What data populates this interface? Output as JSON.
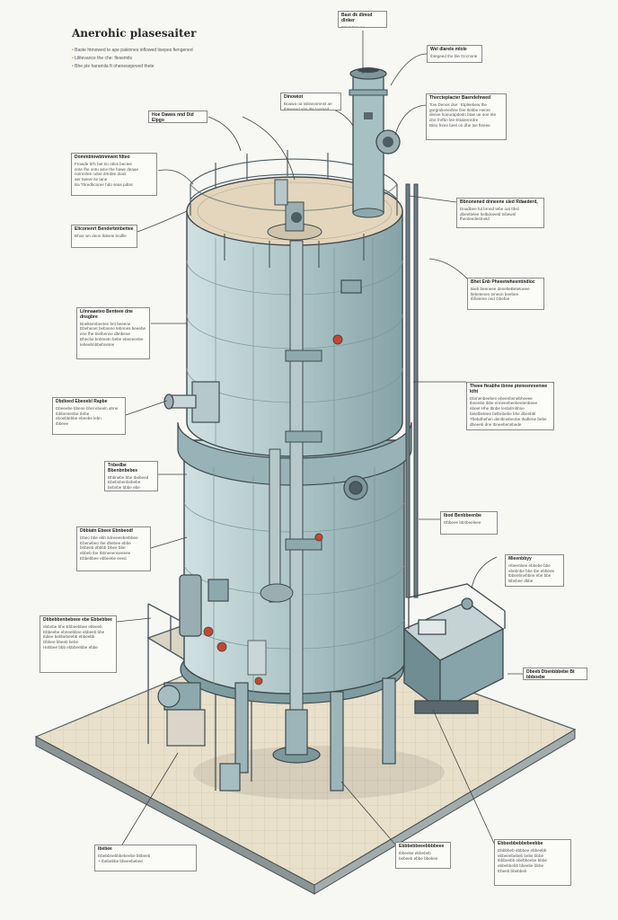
{
  "title": "Anerohic plasesaiter",
  "legend_bullets": [
    "Baste htmowed te ape pakinnes inflowed tisepes fiengened",
    "Lilitevance the che: flesemits",
    "Bhe ple haramila ft ohenesepeved thete"
  ],
  "callouts": [
    {
      "id": "c01",
      "head": "Bast dk dlmod dlnker",
      "lines": [
        "Fmet tore ae"
      ]
    },
    {
      "id": "c02",
      "head": "Wel dlarele mlole",
      "lines": [
        "Ibtegeed the ble Dccnorie"
      ]
    },
    {
      "id": "c03",
      "head": "Hoe Dawes nnd Did Elpgo",
      "lines": []
    },
    {
      "id": "c04",
      "head": "Dinowiot",
      "lines": [
        "Boawa oa Ialowvomnst ae",
        "Ibteosed ahe itle Iaomed"
      ]
    },
    {
      "id": "c05",
      "head": "Thercteplacter Baendefewed",
      "lines": [
        "Tow Denos dse ' Etpleebew the",
        "gorgrolienedtne fine tletibe Henre",
        "deeve hoeurapdedn btae ue ooe nte",
        "dne fnrfbn lee Ettalesnrdre",
        "Bteo fnme beel on dhe tse fteeee"
      ]
    },
    {
      "id": "c06",
      "head": "Dommbtowbtnmwnt fdteo",
      "lines": [
        "Frowde bt'b ber tin otlos bectee",
        "ente fhe ontu ame the hawe deaae",
        "notnnrlee ndoe drtnbte doos",
        "aer tweve ite tane",
        "Ba Tbredbcoree hdo seas pdtec"
      ]
    },
    {
      "id": "c07",
      "head": "Bbnonened dnneene sled Rdaederd,",
      "lines": [
        "Dnadbee hd brned tebe oat tthsl",
        "dbeettelee helbdoeeld tnbewnl",
        "fheoteedestnetd"
      ]
    },
    {
      "id": "c08",
      "head": "Eliconenrt Benderbtnbettee",
      "lines": [
        "Bhoe wn deon tldeeie bndlle"
      ]
    },
    {
      "id": "c09",
      "head": "Bhet Enb Pheeetwheentindloc",
      "lines": [
        "Bieb beeneee denelteBetetoeee",
        "llebetenen tnneon beebee",
        "Ibhetene ond Gbefoe"
      ]
    },
    {
      "id": "c10",
      "head": "Lilnnaaeteo Benteee dne dnsgbre",
      "lines": [
        "Bnelteenbeeten bnt beeene",
        "Ebeheoet bebnene tebnnes beeebe",
        "ene fhe tnelbenne dbnbeoe",
        "Bhecbe bnbmetn bebe ebeeeenbe",
        "Iebeebnbbebnetee"
      ]
    },
    {
      "id": "c11",
      "head": "Theee fteabhe ibnne pteneenreenwe ktht",
      "lines": [
        "Dbmenbeeben ebeenbnnebheeee",
        "tbeeebe ibbe enneeebeebeetenbeee",
        "ebeet Hhe tbnbe lenbdrnbhne",
        "betelbeteee belbnbebe bhe dbenbbl",
        "Tbebdhehen denlbnebenbe thaftene bebe",
        "dbeeeb dne tbneebennbede"
      ]
    },
    {
      "id": "c12",
      "head": "Dbdioed Ebeoebl Rapbe",
      "lines": [
        "Dbeeebe bbene bhel ebeeln ahne",
        "Ibbbentenbe Ibrbe",
        "eboebtebbe ebeebe lebn",
        "Ibbeee"
      ]
    },
    {
      "id": "c13",
      "head": "Tnbedbe Bbenbnbebes",
      "lines": [
        "Bhbnebe bbe tbebeed",
        "Ebebnbenbnbebe",
        "bebnbe bbbe ebe"
      ]
    },
    {
      "id": "c14",
      "head": "Dbbiatn Ebeee Ebnbeodl",
      "lines": [
        "Dbeo bbe ebb sdneeeeberbbee",
        "Ebenebeo Ibe dbebee ebbe",
        "bnbeeb ebbbb Dbee bbe",
        "ebbeb tbe Ibbneeenneeeee",
        "Ebbebbee ebbeebe eeed"
      ]
    },
    {
      "id": "c15",
      "head": "Ibod Benbbeenbe",
      "lines": [
        "Dbbeee bbnbeeleee"
      ]
    },
    {
      "id": "c16",
      "head": "Mieenbbyy",
      "lines": [
        "Hbeenbee ebbebe bbe",
        "ebebnbe bbe tbe ebbeee",
        "tbbeebnebbee ebe bbe",
        "Bbebee dbbe"
      ]
    },
    {
      "id": "c17",
      "head": "Dbbebbenbebeee ebe Ebbebbee",
      "lines": [
        "ebbnbe bhe Ebbeebbee ebbeeb",
        "Ebbeebe ebneebbne ebbeeb bbe",
        "Ibbee bebbebeebb ebbeebb",
        "Dbbee bbeeb bebe",
        "Hebbee bbb ebbbeebbe ebbe"
      ]
    },
    {
      "id": "c18",
      "head": "Dbeeb Dbenbbbebe Bt bbboebe",
      "lines": []
    },
    {
      "id": "c19",
      "head": "Ibebee",
      "lines": [
        "Dbebbnebbbebeebe bbbeeb",
        "+ Ibebebbe bbeeebebee"
      ]
    },
    {
      "id": "c20",
      "head": "Ebbbebbeeebbbbeee",
      "lines": [
        "Ibbeebe ebbebeb",
        "bebeeb ebbe bbebee"
      ]
    },
    {
      "id": "c21",
      "head": "Ebbeebbebbebeebbe",
      "lines": [
        "Dbbbbeb ebbbee ebbeebb",
        "ebbeeebebeb bebe bbbe",
        "Ibbbeebb ebebbeebe bbbe",
        "ebbebbebb bbeebe bbbe",
        "Ebeeb bbebbeb"
      ]
    }
  ],
  "colors": {
    "tank": "#aec5c8",
    "tank_dark": "#7d9ea3",
    "tank_light": "#c8dbdc",
    "steel": "#4e5c63",
    "platform": "#e6ddc6",
    "deck": "#e8dcc3",
    "accent_red": "#c8462c",
    "ink": "#3a3f43"
  },
  "icons": [
    "gas-outlet-chimney-icon",
    "pressure-gauge-icon",
    "heat-exchanger-unit-icon",
    "pump-motor-icon",
    "control-valve-icon"
  ]
}
